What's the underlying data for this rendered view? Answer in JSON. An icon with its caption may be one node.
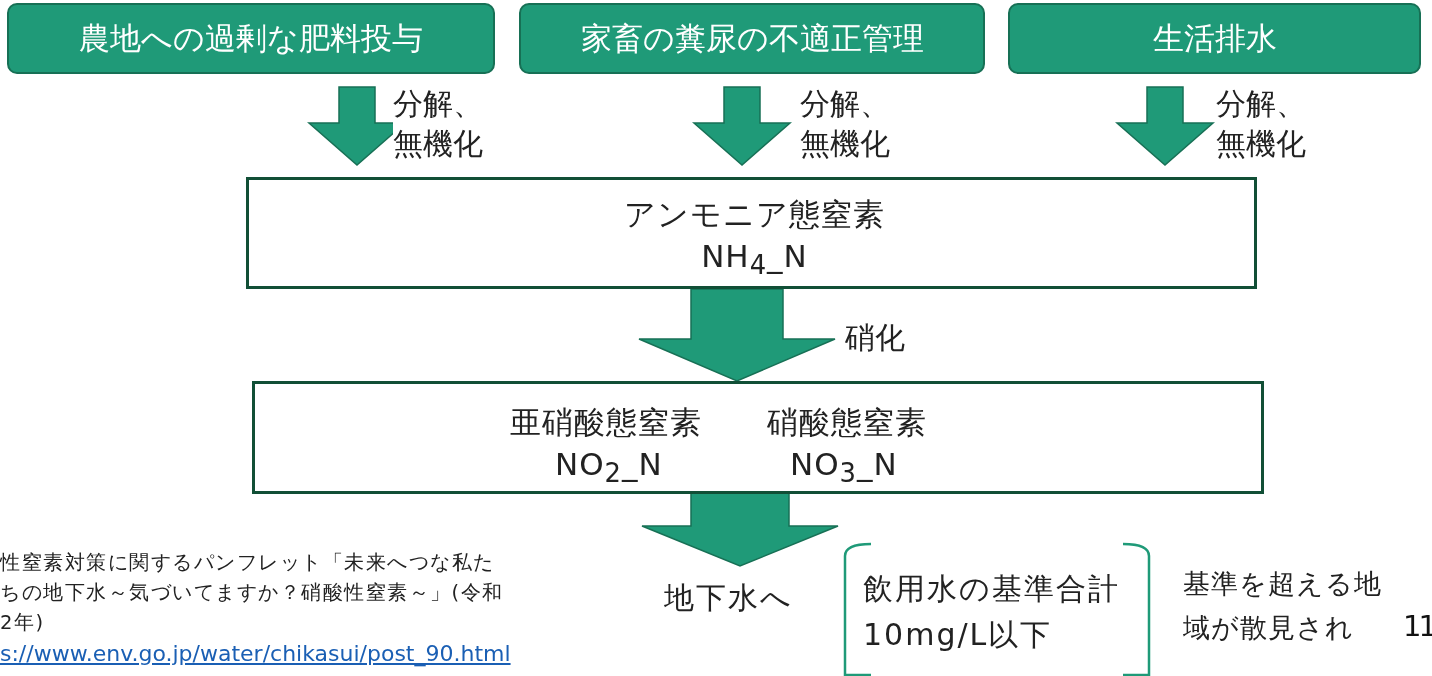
{
  "diagram": {
    "nodes": [
      {
        "text": [
          "農地への過剰な肥料投与"
        ]
      },
      {
        "text": [
          "家畜の糞尿の不適正管理"
        ]
      },
      {
        "text": [
          "生活排水"
        ]
      },
      {
        "text": [
          "アンモニア態窒素",
          "NH$_{4}$_N"
        ]
      },
      {
        "text": [
          "亜硝酸態窒素",
          "NO$_{2}$_N",
          "硝酸態窒素",
          "NO$_{3}$_N"
        ]
      },
      {
        "text": [
          "飲用水の基準合計10mg/L以下"
        ]
      },
      {
        "text": [
          "地下水へ"
        ]
      }
    ],
    "edges": [
      {
        "from": 0,
        "to": 3,
        "arrow": "to",
        "label": "分解、無機化"
      },
      {
        "from": 1,
        "to": 3,
        "arrow": "to",
        "label": "分解、無機化"
      },
      {
        "from": 2,
        "to": 3,
        "arrow": "to",
        "label": "分解、無機化"
      },
      {
        "from": 3,
        "to": 4,
        "arrow": "to",
        "label": "硝化"
      },
      {
        "from": 4,
        "to": 6,
        "arrow": "to"
      }
    ],
    "labels": [
      "基準を超える地域が散見され",
      "性窒素対策に関するパンフレット「未来へつな私たちの地下水～気づいてますか？硝酸性窒素～」(令和2年)",
      "s://www.env.go.jp/water/chikasui/post_90.html",
      "11"
    ]
  }
}
